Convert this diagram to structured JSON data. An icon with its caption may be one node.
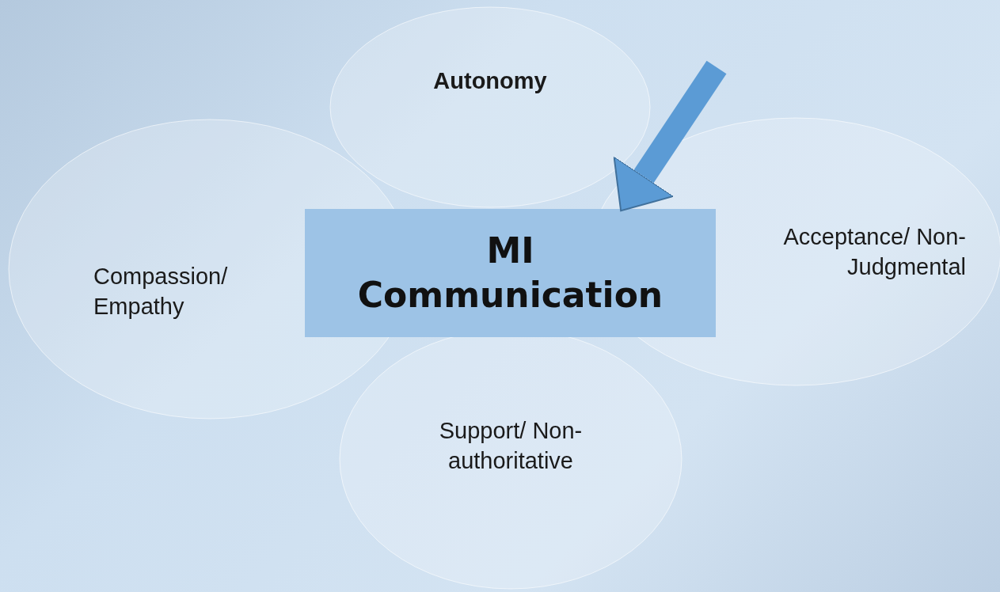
{
  "diagram": {
    "nodes": [
      {
        "text": [
          "Autonomy"
        ]
      },
      {
        "text": [
          "Compassion/ Empathy"
        ]
      },
      {
        "text": [
          "MI Communication"
        ]
      },
      {
        "text": [
          "Acceptance/ Non-Judgmental"
        ]
      },
      {
        "text": [
          "Support/ Non-authoritative"
        ]
      }
    ],
    "edges": [
      {
        "from": null,
        "to": 2,
        "arrow": "to"
      }
    ]
  }
}
